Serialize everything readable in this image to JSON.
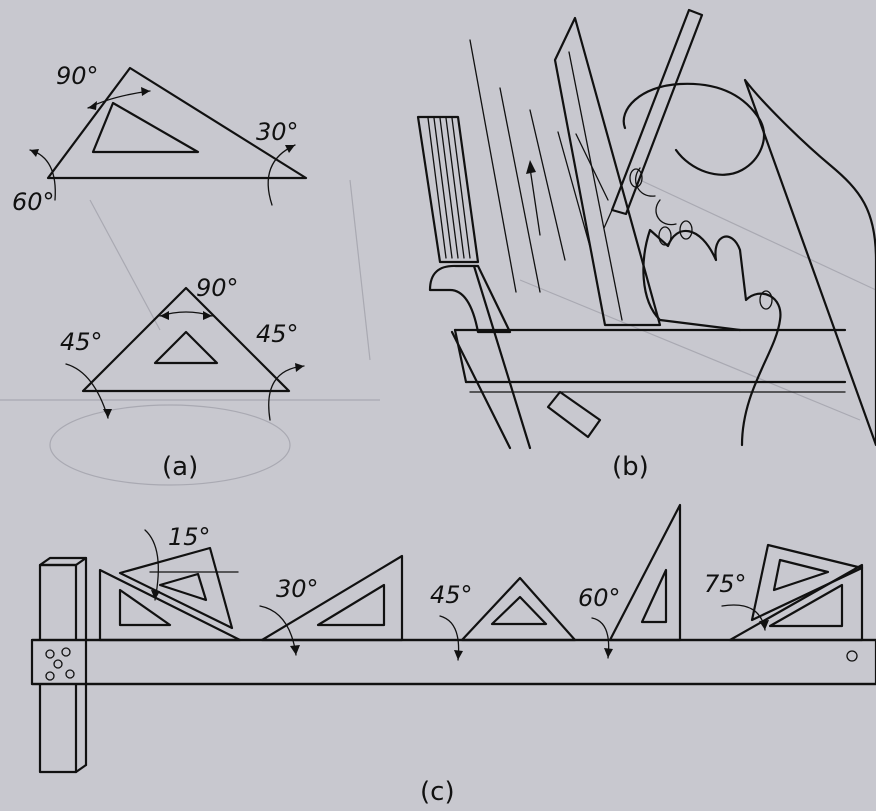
{
  "diagram": {
    "panel_a": {
      "caption": "(a)",
      "set_square_30_60": {
        "angle_top": "90°",
        "angle_right": "30°",
        "angle_left": "60°"
      },
      "set_square_45": {
        "angle_top": "90°",
        "angle_left": "45°",
        "angle_right": "45°"
      }
    },
    "panel_b": {
      "caption": "(b)"
    },
    "panel_c": {
      "caption": "(c)",
      "angles": [
        "15°",
        "30°",
        "45°",
        "60°",
        "75°"
      ]
    }
  }
}
